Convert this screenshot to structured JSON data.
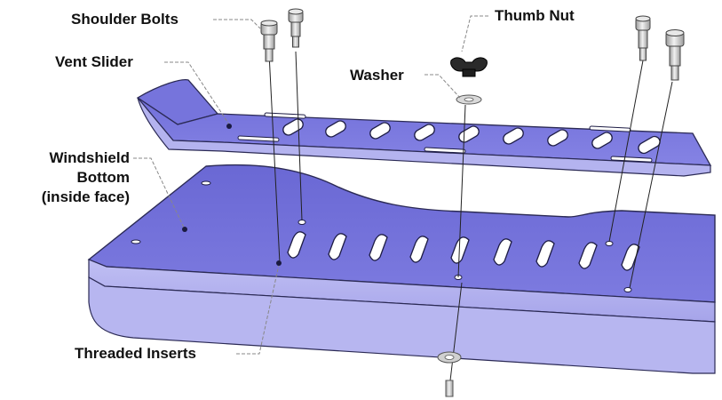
{
  "labels": {
    "shoulder_bolts": "Shoulder Bolts",
    "vent_slider": "Vent Slider",
    "thumb_nut": "Thumb Nut",
    "washer": "Washer",
    "windshield_bottom_line1": "Windshield",
    "windshield_bottom_line2": "Bottom",
    "windshield_bottom_line3": "(inside face)",
    "threaded_inserts": "Threaded Inserts"
  },
  "colors": {
    "panel_top": "#6e6cd8",
    "panel_edge": "#b3b2ee",
    "panel_side": "#9a98e6",
    "outline": "#2b2a55",
    "leader": "#777777",
    "metal": "#cfcfcf",
    "knob": "#2a2a2a"
  },
  "icons": [
    "shoulder-bolt-icon",
    "thumb-nut-icon",
    "washer-icon"
  ]
}
